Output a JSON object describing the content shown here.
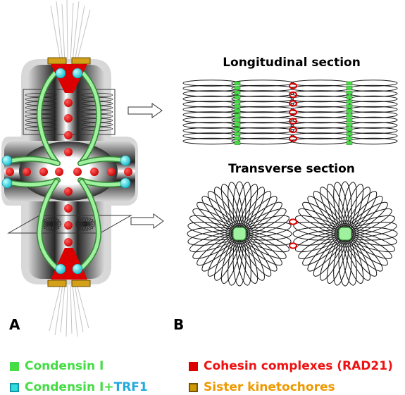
{
  "panels": {
    "a_label": "A",
    "b_label": "B"
  },
  "sections": {
    "longitudinal": "Longitudinal section",
    "transverse": "Transverse section"
  },
  "legend": [
    {
      "parts": [
        {
          "text": "Condensin I",
          "color": "#44dd44"
        }
      ],
      "swatch": "#44dd44",
      "swatch_border": "#44dd44",
      "icon": "green-square"
    },
    {
      "parts": [
        {
          "text": "Condensin I",
          "color": "#44dd44"
        },
        {
          "text": "+",
          "color": "#44dd44"
        },
        {
          "text": "TRF1",
          "color": "#22aadd"
        }
      ],
      "swatch": "#33dddd",
      "swatch_border": "#1199aa",
      "icon": "cyan-square"
    },
    {
      "parts": [
        {
          "text": "Cohesin complexes (RAD21)",
          "color": "#ee1111"
        }
      ],
      "swatch": "#dd0000",
      "swatch_border": "#dd0000",
      "icon": "red-square"
    },
    {
      "parts": [
        {
          "text": "Sister kinetochores",
          "color": "#ee9900"
        }
      ],
      "swatch": "#cc9900",
      "swatch_border": "#775500",
      "icon": "gold-square"
    }
  ],
  "colors": {
    "condensin": "#44dd44",
    "condensin_trf1": "#33dddd",
    "cohesin": "#dd0000",
    "kinetochore": "#d4a017"
  }
}
